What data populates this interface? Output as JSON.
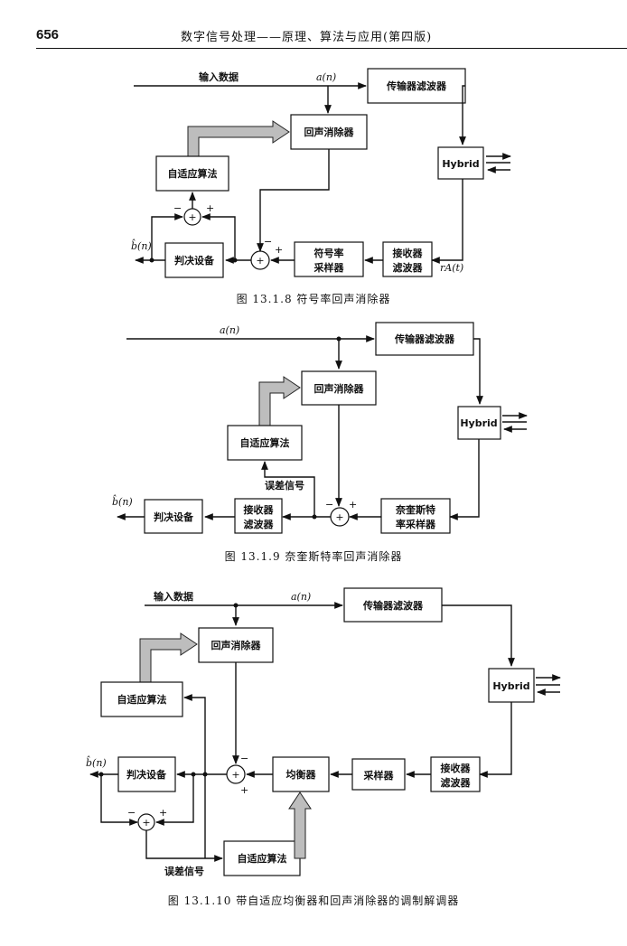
{
  "header": {
    "page_number": "656",
    "book_title": "数字信号处理——原理、算法与应用(第四版)"
  },
  "labels": {
    "input_data": "输入数据",
    "a_n": "a(n)",
    "b_n": "b̂(n)",
    "tx_filter": "传输器滤波器",
    "echo_canceller": "回声消除器",
    "adaptive_algorithm": "自适应算法",
    "hybrid": "Hybrid",
    "decision_device": "判决设备",
    "rx_filter_l1": "接收器",
    "rx_filter_l2": "滤波器",
    "symbol_sampler_l1": "符号率",
    "symbol_sampler_l2": "采样器",
    "nyquist_sampler_l1": "奈奎斯特",
    "nyquist_sampler_l2": "率采样器",
    "error_signal": "误差信号",
    "equalizer": "均衡器",
    "sampler": "采样器",
    "r_a_t": "rA(t)",
    "plus": "+",
    "minus": "−"
  },
  "captions": {
    "fig_13_1_8": "图 13.1.8  符号率回声消除器",
    "fig_13_1_9": "图 13.1.9  奈奎斯特率回声消除器",
    "fig_13_1_10": "图 13.1.10  带自适应均衡器和回声消除器的调制解调器"
  }
}
